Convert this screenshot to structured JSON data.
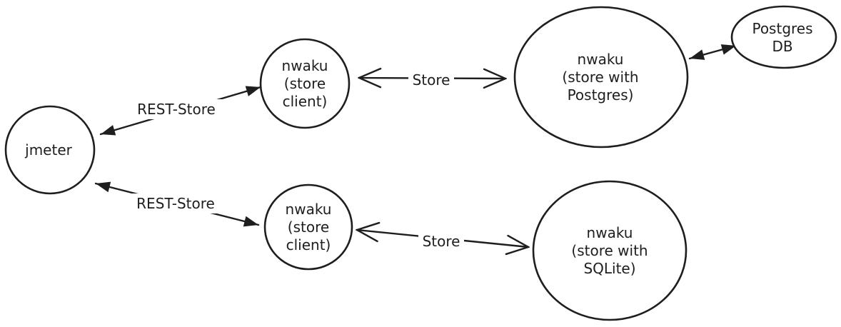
{
  "diagram": {
    "background_color": "#ffffff",
    "stroke_color": "#1e1e1e",
    "nodes": [
      {
        "id": "jmeter",
        "shape": "circle",
        "lines": [
          "jmeter"
        ]
      },
      {
        "id": "nwaku-store-client-top",
        "shape": "circle",
        "lines": [
          "nwaku",
          "(store",
          "client)"
        ]
      },
      {
        "id": "nwaku-store-postgres",
        "shape": "ellipse",
        "lines": [
          "nwaku",
          "(store with",
          "Postgres)"
        ]
      },
      {
        "id": "postgres-db",
        "shape": "ellipse",
        "lines": [
          "Postgres",
          "DB"
        ]
      },
      {
        "id": "nwaku-store-client-bottom",
        "shape": "circle",
        "lines": [
          "nwaku",
          "(store",
          "client)"
        ]
      },
      {
        "id": "nwaku-store-sqlite",
        "shape": "circle",
        "lines": [
          "nwaku",
          "(store with",
          "SQLite)"
        ]
      }
    ],
    "edges": [
      {
        "from": "jmeter",
        "to": "nwaku-store-client-top",
        "label": "REST-Store",
        "arrowheads": "solid-both-ends"
      },
      {
        "from": "nwaku-store-client-top",
        "to": "nwaku-store-postgres",
        "label": "Store",
        "arrowheads": "open-both-ends"
      },
      {
        "from": "nwaku-store-postgres",
        "to": "postgres-db",
        "label": "",
        "arrowheads": "solid-both-ends"
      },
      {
        "from": "jmeter",
        "to": "nwaku-store-client-bottom",
        "label": "REST-Store",
        "arrowheads": "solid-both-ends"
      },
      {
        "from": "nwaku-store-client-bottom",
        "to": "nwaku-store-sqlite",
        "label": "Store",
        "arrowheads": "open-both-ends"
      }
    ]
  }
}
